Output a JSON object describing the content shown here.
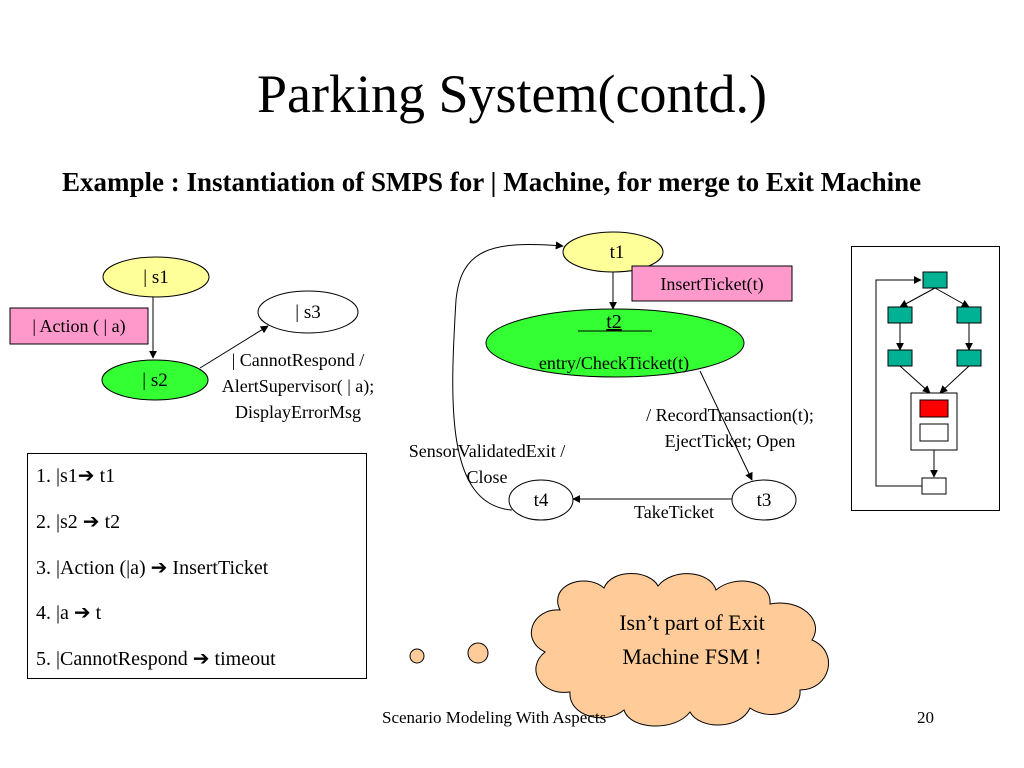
{
  "slide": {
    "title": "Parking System(contd.)",
    "subtitle": "Example : Instantiation of SMPS for  | Machine, for merge to Exit Machine",
    "footer_left": "Scenario Modeling With Aspects",
    "footer_right": "20"
  },
  "left_diagram": {
    "state_s1": "| s1",
    "state_s2": "| s2",
    "state_s3": "| s3",
    "action_label": "| Action ( | a)",
    "transition_line1": "| CannotRespond /",
    "transition_line2": "AlertSupervisor( | a);",
    "transition_line3": "DisplayErrorMsg"
  },
  "right_diagram": {
    "state_t1": "t1",
    "state_t2": "t2",
    "state_t2_entry": "entry/CheckTicket(t)",
    "state_t3": "t3",
    "state_t4": "t4",
    "insert_ticket": "InsertTicket(t)",
    "record_line1": "/ RecordTransaction(t);",
    "record_line2": "EjectTicket; Open",
    "take_ticket": "TakeTicket",
    "sensor_line1": "SensorValidatedExit /",
    "sensor_line2": "Close"
  },
  "mapping_list": [
    {
      "left": "1. |s1",
      "arrow": "➔",
      "right": " t1"
    },
    {
      "left": "2. |s2 ",
      "arrow": "➔",
      "right": " t2"
    },
    {
      "left": "3. |Action (|a) ",
      "arrow": "➔",
      "right": " InsertTicket"
    },
    {
      "left": "4. |a ",
      "arrow": "➔",
      "right": " t"
    },
    {
      "left": "5. |CannotRespond ",
      "arrow": "➔",
      "right": " timeout"
    }
  ],
  "callout": {
    "line1": "Isn’t part of Exit",
    "line2": "Machine FSM !"
  },
  "colors": {
    "pale_yellow": "#ffff99",
    "green": "#33ff33",
    "pink": "#ff99cc",
    "callout_fill": "#ffcc99",
    "teal": "#00b294",
    "red": "#ff0000"
  }
}
